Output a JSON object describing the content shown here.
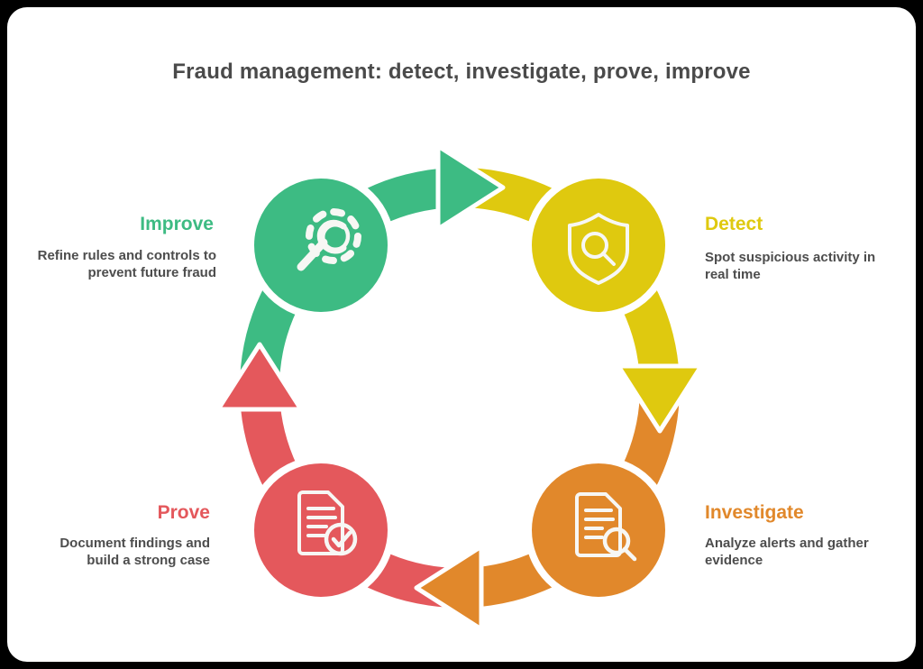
{
  "title": "Fraud management: detect, investigate, prove, improve",
  "stages": [
    {
      "id": "improve",
      "label": "Improve",
      "description": "Refine rules and controls to prevent future fraud",
      "color": "#3DBB83",
      "icon": "wrench-gear-icon"
    },
    {
      "id": "detect",
      "label": "Detect",
      "description": "Spot suspicious activity in real time",
      "color": "#DFC90F",
      "icon": "shield-search-icon"
    },
    {
      "id": "investigate",
      "label": "Investigate",
      "description": "Analyze alerts and gather evidence",
      "color": "#E1882B",
      "icon": "document-search-icon"
    },
    {
      "id": "prove",
      "label": "Prove",
      "description": "Document findings and build a strong case",
      "color": "#E4585C",
      "icon": "document-check-icon"
    }
  ],
  "colors": {
    "background": "#FFFFFF",
    "title_text": "#4A4A4A",
    "body_text": "#4D4D4D",
    "icon_stroke": "#F7F7F4"
  }
}
